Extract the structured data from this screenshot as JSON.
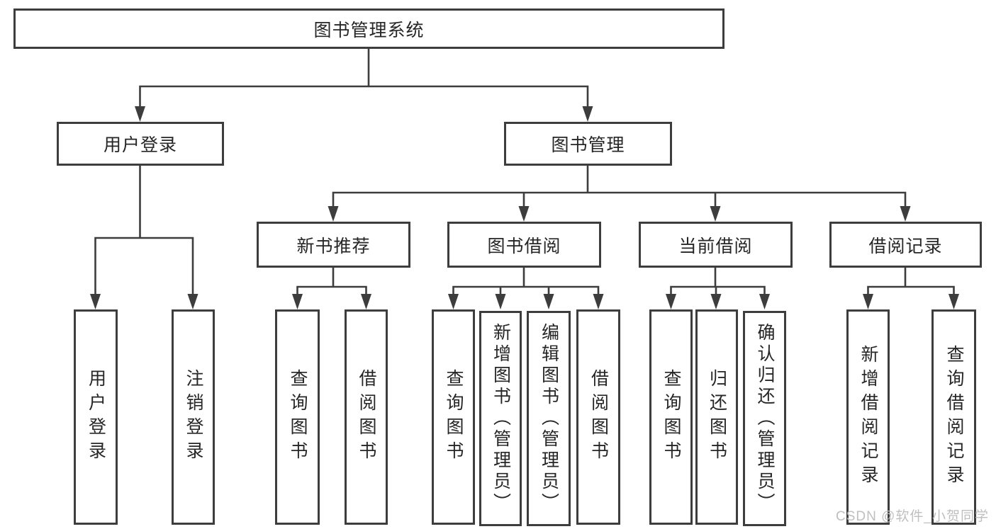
{
  "tree": {
    "root": {
      "label": "图书管理系统"
    },
    "branches": [
      {
        "label": "用户登录",
        "leaves": [
          {
            "label": "用户登录"
          },
          {
            "label": "注销登录"
          }
        ]
      },
      {
        "label": "图书管理",
        "groups": [
          {
            "label": "新书推荐",
            "leaves": [
              {
                "label": "查询图书"
              },
              {
                "label": "借阅图书"
              }
            ]
          },
          {
            "label": "图书借阅",
            "leaves": [
              {
                "label": "查询图书"
              },
              {
                "label": "新增图书（管理员）"
              },
              {
                "label": "编辑图书（管理员）"
              },
              {
                "label": "借阅图书"
              }
            ]
          },
          {
            "label": "当前借阅",
            "leaves": [
              {
                "label": "查询图书"
              },
              {
                "label": "归还图书"
              },
              {
                "label": "确认归还（管理员）"
              }
            ]
          },
          {
            "label": "借阅记录",
            "leaves": [
              {
                "label": "新增借阅记录"
              },
              {
                "label": "查询借阅记录"
              }
            ]
          }
        ]
      }
    ]
  },
  "watermark": {
    "text": "CSDN @软件_小贺同学"
  },
  "colors": {
    "line": "#3d3d3d",
    "text": "#262626",
    "watermark": "#bfbfbf",
    "background": "#ffffff"
  }
}
